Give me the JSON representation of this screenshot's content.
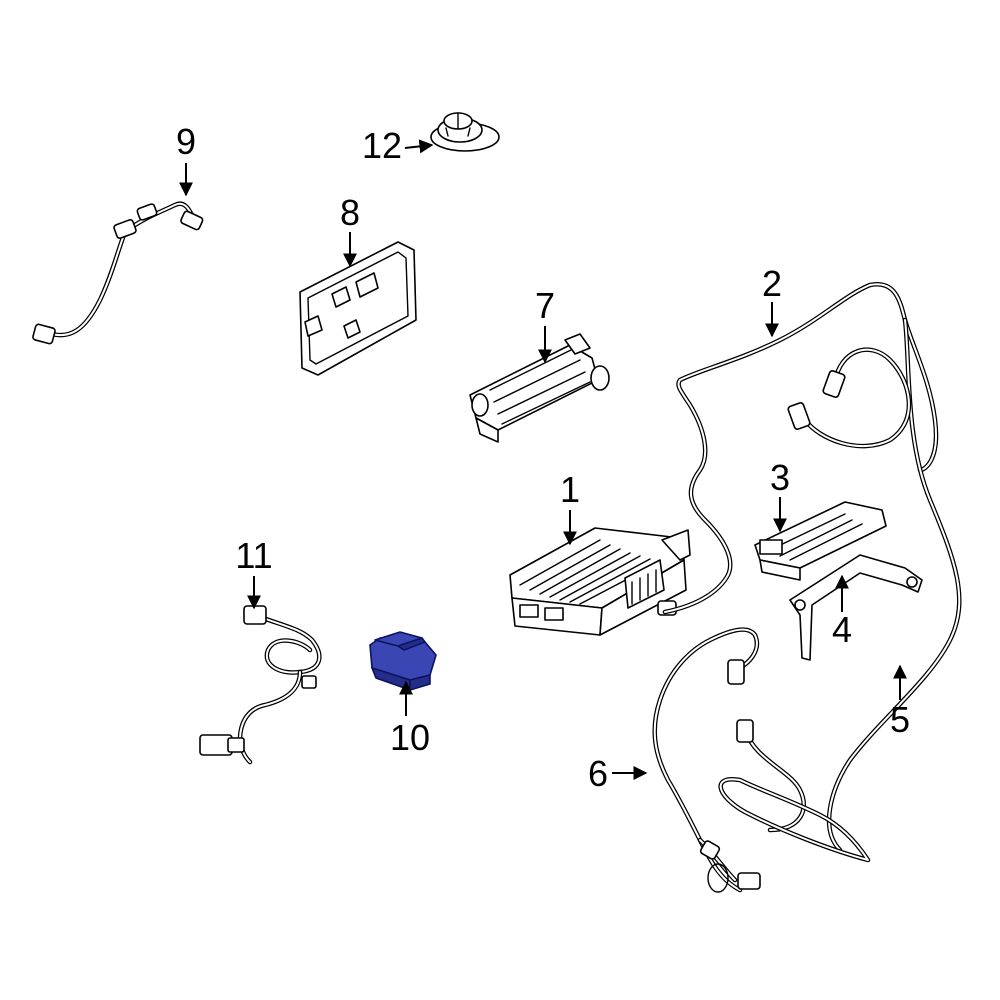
{
  "diagram": {
    "highlight_color": "#3a46b4",
    "callouts": [
      {
        "id": "1",
        "label": "1"
      },
      {
        "id": "2",
        "label": "2"
      },
      {
        "id": "3",
        "label": "3"
      },
      {
        "id": "4",
        "label": "4"
      },
      {
        "id": "5",
        "label": "5"
      },
      {
        "id": "6",
        "label": "6"
      },
      {
        "id": "7",
        "label": "7"
      },
      {
        "id": "8",
        "label": "8"
      },
      {
        "id": "9",
        "label": "9"
      },
      {
        "id": "10",
        "label": "10"
      },
      {
        "id": "11",
        "label": "11"
      },
      {
        "id": "12",
        "label": "12"
      }
    ],
    "highlighted_part": "10"
  }
}
